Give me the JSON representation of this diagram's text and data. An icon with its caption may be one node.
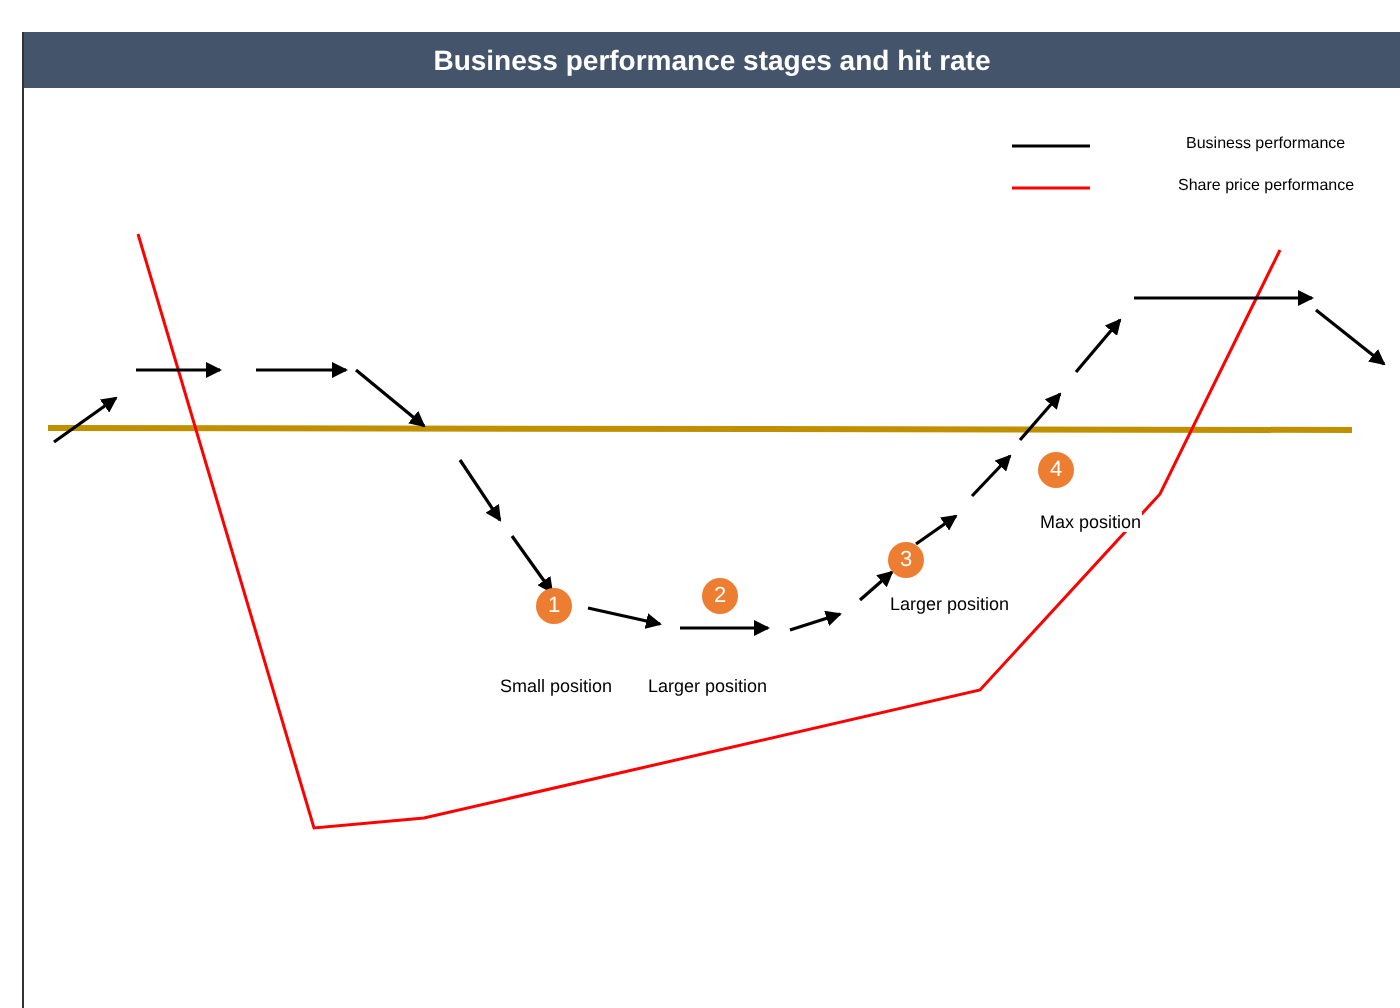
{
  "diagram": {
    "title": "Business performance stages and hit rate",
    "nodes": [
      {
        "text": [
          "1"
        ]
      },
      {
        "text": [
          "2"
        ]
      },
      {
        "text": [
          "3"
        ]
      },
      {
        "text": [
          "4"
        ]
      }
    ],
    "labels": [
      "Max position",
      "Larger position",
      "Small position",
      "Larger position"
    ],
    "legend": [
      {
        "text": "Business performance"
      },
      {
        "text": "Share price performance"
      }
    ]
  }
}
